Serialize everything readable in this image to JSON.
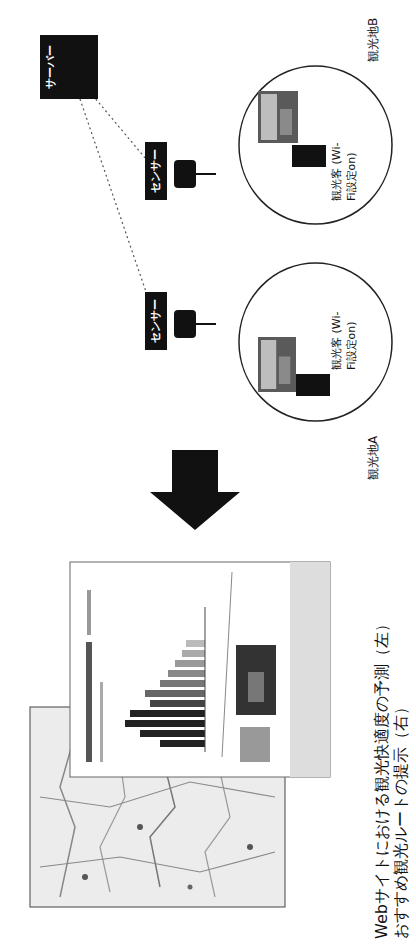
{
  "diagram": {
    "caption": "Webサイトにおける観光快適度の予測（左） おすすめ観光ルートの提示（右）",
    "nodes": [
      {
        "text": [
          "サーバー"
        ]
      },
      {
        "text": [
          "センサー"
        ]
      },
      {
        "text": [
          "センサー"
        ]
      },
      {
        "text": [
          "観光地A",
          "観光客 (Wi-Fi設定on)"
        ]
      },
      {
        "text": [
          "観光地B",
          "観光客 (Wi-Fi設定on)"
        ]
      }
    ],
    "edges": [
      {
        "from": 0,
        "to": 1,
        "arrow": "none"
      },
      {
        "from": 0,
        "to": 2,
        "arrow": "none"
      }
    ]
  }
}
